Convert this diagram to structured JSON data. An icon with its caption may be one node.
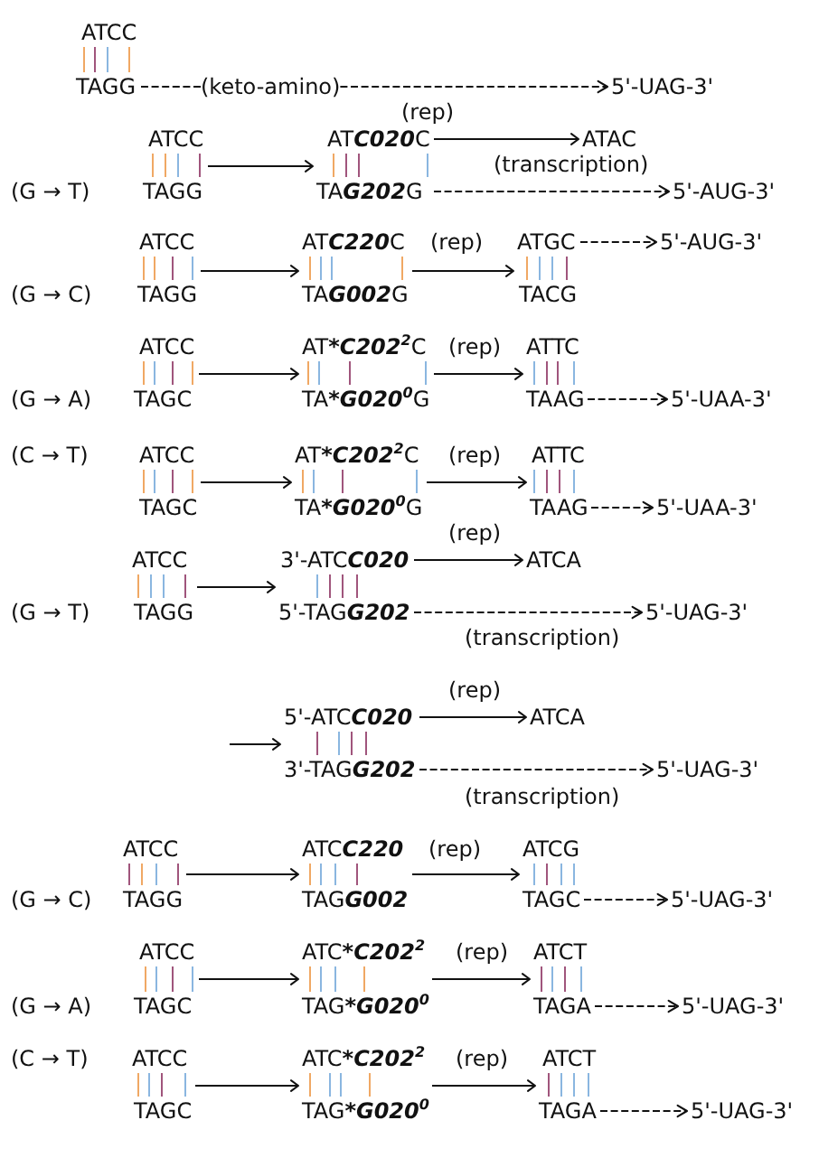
{
  "diagram": {
    "nodes": [
      {
        "text": [
          "ATCC",
          "TAGG"
        ]
      },
      {
        "text": [
          "5'-UAG-3'"
        ]
      },
      {
        "text": [
          "ATCC",
          "TAGG"
        ]
      },
      {
        "text": [
          "AT**C020**C",
          "TA**G202**G"
        ]
      },
      {
        "text": [
          "ATAC"
        ]
      },
      {
        "text": [
          "5'-AUG-3'"
        ]
      },
      {
        "text": [
          "ATCC",
          "TAGG"
        ]
      },
      {
        "text": [
          "AT**C220**C",
          "TA**G002**G"
        ]
      },
      {
        "text": [
          "ATGC",
          "TACG"
        ]
      },
      {
        "text": [
          "5'-AUG-3'"
        ]
      },
      {
        "text": [
          "ATCC",
          "TAGC"
        ]
      },
      {
        "text": [
          "AT***C202**$^{2}$C",
          "TA***G020**$^{0}$G"
        ]
      },
      {
        "text": [
          "ATTC",
          "TAAG"
        ]
      },
      {
        "text": [
          "5'-UAA-3'"
        ]
      },
      {
        "text": [
          "ATCC",
          "TAGC"
        ]
      },
      {
        "text": [
          "AT***C202**$^{2}$C",
          "TA***G020**$^{0}$G"
        ]
      },
      {
        "text": [
          "ATTC",
          "TAAG"
        ]
      },
      {
        "text": [
          "5'-UAA-3'"
        ]
      },
      {
        "text": [
          "ATCC",
          "TAGG"
        ]
      },
      {
        "text": [
          "3'-ATC**C020**",
          "5'-TAG**G202**"
        ]
      },
      {
        "text": [
          "ATCA"
        ]
      },
      {
        "text": [
          "5'-UAG-3'"
        ]
      },
      {
        "text": [
          "5'-ATC**C020**",
          "3'-TAG**G202**"
        ]
      },
      {
        "text": [
          "ATCA"
        ]
      },
      {
        "text": [
          "5'-UAG-3'"
        ]
      },
      {
        "text": [
          "ATCC",
          "TAGG"
        ]
      },
      {
        "text": [
          "ATC**C220**",
          "TAG**G002**"
        ]
      },
      {
        "text": [
          "ATCG",
          "TAGC"
        ]
      },
      {
        "text": [
          "5'-UAG-3'"
        ]
      },
      {
        "text": [
          "ATCC",
          "TAGC"
        ]
      },
      {
        "text": [
          "ATC***C202**$^{2}$",
          "TAG***G020**$^{0}$"
        ]
      },
      {
        "text": [
          "ATCT",
          "TAGA"
        ]
      },
      {
        "text": [
          "5'-UAG-3'"
        ]
      },
      {
        "text": [
          "ATCC",
          "TAGC"
        ]
      },
      {
        "text": [
          "ATC***C202**$^{2}$",
          "TAG***G020**$^{0}$"
        ]
      },
      {
        "text": [
          "ATCT",
          "TAGA"
        ]
      },
      {
        "text": [
          "5'-UAG-3'"
        ]
      }
    ],
    "edges": [
      {
        "from": 0,
        "to": 1,
        "arrow": "to",
        "label": "(keto-amino)",
        "style": "dashed"
      },
      {
        "from": 2,
        "to": 3,
        "arrow": "to"
      },
      {
        "from": 3,
        "to": 4,
        "arrow": "to",
        "label": "(rep)"
      },
      {
        "from": 3,
        "to": 5,
        "arrow": "to",
        "label": "(transcription)",
        "style": "dashed"
      },
      {
        "from": 6,
        "to": 7,
        "arrow": "to"
      },
      {
        "from": 7,
        "to": 8,
        "arrow": "to",
        "label": "(rep)"
      },
      {
        "from": 8,
        "to": 9,
        "arrow": "to",
        "style": "dashed"
      },
      {
        "from": 10,
        "to": 11,
        "arrow": "to"
      },
      {
        "from": 11,
        "to": 12,
        "arrow": "to",
        "label": "(rep)"
      },
      {
        "from": 12,
        "to": 13,
        "arrow": "to",
        "style": "dashed"
      },
      {
        "from": 14,
        "to": 15,
        "arrow": "to"
      },
      {
        "from": 15,
        "to": 16,
        "arrow": "to",
        "label": "(rep)"
      },
      {
        "from": 16,
        "to": 17,
        "arrow": "to",
        "style": "dashed"
      },
      {
        "from": 18,
        "to": 19,
        "arrow": "to"
      },
      {
        "from": 19,
        "to": 20,
        "arrow": "to",
        "label": "(rep)"
      },
      {
        "from": 19,
        "to": 21,
        "arrow": "to",
        "label": "(transcription)",
        "style": "dashed"
      },
      {
        "from": null,
        "to": 22,
        "arrow": "to"
      },
      {
        "from": 22,
        "to": 23,
        "arrow": "to",
        "label": "(rep)"
      },
      {
        "from": 22,
        "to": 24,
        "arrow": "to",
        "label": "(transcription)",
        "style": "dashed"
      },
      {
        "from": 25,
        "to": 26,
        "arrow": "to"
      },
      {
        "from": 26,
        "to": 27,
        "arrow": "to",
        "label": "(rep)"
      },
      {
        "from": 27,
        "to": 28,
        "arrow": "to",
        "style": "dashed"
      },
      {
        "from": 29,
        "to": 30,
        "arrow": "to"
      },
      {
        "from": 30,
        "to": 31,
        "arrow": "to",
        "label": "(rep)"
      },
      {
        "from": 31,
        "to": 32,
        "arrow": "to",
        "style": "dashed"
      },
      {
        "from": 33,
        "to": 34,
        "arrow": "to"
      },
      {
        "from": 34,
        "to": 35,
        "arrow": "to",
        "label": "(rep)"
      },
      {
        "from": 35,
        "to": 36,
        "arrow": "to",
        "style": "dashed"
      }
    ],
    "labels": [
      "(G → T)",
      "(G → C)",
      "(G → A)",
      "(C → T)",
      "(G → T)",
      "(G → C)",
      "(G → A)",
      "(C → T)"
    ]
  }
}
